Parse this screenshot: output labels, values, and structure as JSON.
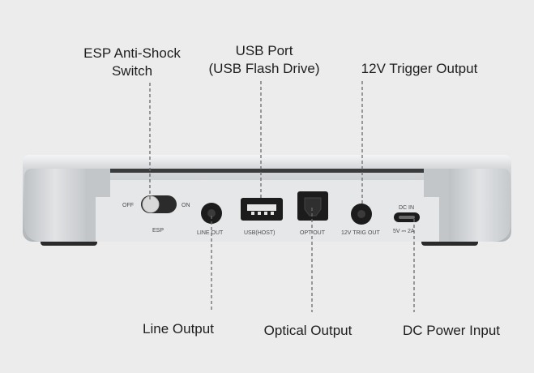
{
  "callouts": {
    "esp_switch": [
      "ESP Anti-Shock",
      "Switch"
    ],
    "usb_port": [
      "USB Port",
      "(USB Flash Drive)"
    ],
    "trigger_output": "12V Trigger Output",
    "line_output": "Line Output",
    "optical_output": "Optical Output",
    "dc_power_input": "DC Power Input"
  },
  "panel_labels": {
    "off": "OFF",
    "on": "ON",
    "esp": "ESP",
    "line_out": "LINE OUT",
    "usb_host": "USB(HOST)",
    "opt_out": "OPT OUT",
    "trig_out": "12V TRIG OUT",
    "dc_in": "DC IN",
    "dc_rating": "5V ⎓ 2A"
  },
  "colors": {
    "background": "#ececec",
    "chassis": "#c9cccf",
    "panel": "#e6e7e9",
    "port_dark": "#1c1c1c"
  }
}
